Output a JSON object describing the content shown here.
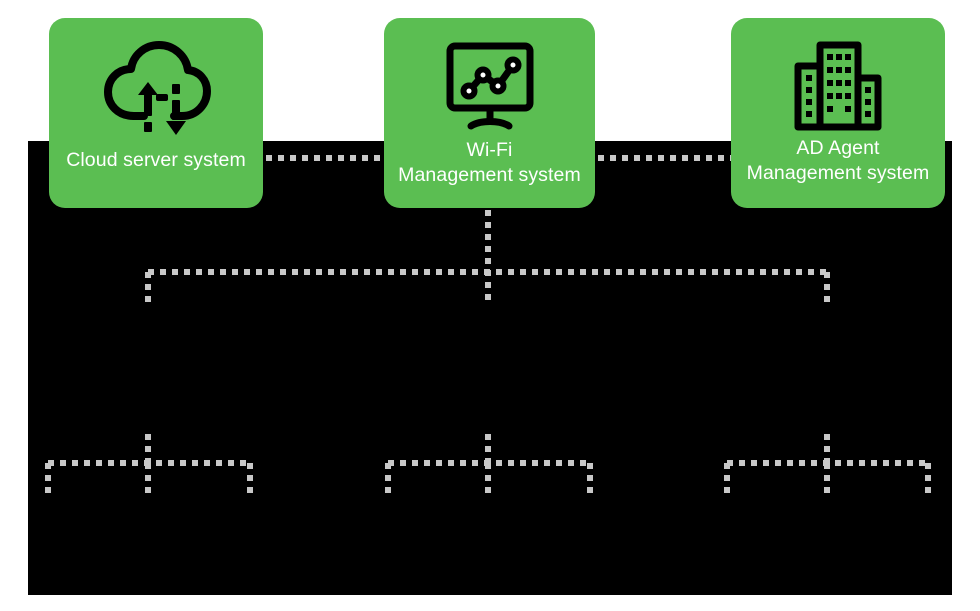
{
  "diagram": {
    "title": "System architecture hierarchy",
    "background_color": "#000000",
    "card_color": "#5bbe52",
    "card_text_color": "#ffffff",
    "connector_color": "#c8c8c8",
    "page_background": "#ffffff"
  },
  "cards": [
    {
      "id": "cloud",
      "label": "Cloud server system",
      "icon": "cloud-upload-download-icon"
    },
    {
      "id": "wifi",
      "label": "Wi-Fi\nManagement system",
      "icon": "monitor-line-chart-icon"
    },
    {
      "id": "ad",
      "label": "AD Agent\nManagement system",
      "icon": "office-buildings-icon"
    }
  ],
  "connectors": {
    "top_links": [
      {
        "name": "cloud-to-wifi-link"
      },
      {
        "name": "wifi-to-ad-link"
      }
    ],
    "trunk": {
      "name": "wifi-trunk-line"
    },
    "distribution_bus": {
      "name": "distribution-bus-line"
    },
    "branch_groups": [
      {
        "name": "branch-group-left"
      },
      {
        "name": "branch-group-center"
      },
      {
        "name": "branch-group-right"
      }
    ]
  }
}
